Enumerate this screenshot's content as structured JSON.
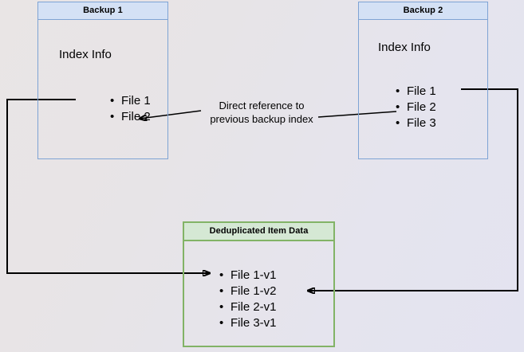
{
  "diagram": {
    "title_hidden": "",
    "colors": {
      "blue_header_fill": "#d4e1f5",
      "blue_border": "#7ea3d4",
      "green_header_fill": "#d5e8d4",
      "green_border": "#82b366",
      "connector": "#000000",
      "page_bg_warm": "#e9e5e5",
      "page_bg_cool": "#e3e3f0"
    },
    "boxes": [
      {
        "id": "backup-1",
        "title": "Backup 1",
        "section_label": "Index Info",
        "items": [
          "File 1",
          "File 2"
        ]
      },
      {
        "id": "backup-2",
        "title": "Backup 2",
        "section_label": "Index Info",
        "items": [
          "File 1",
          "File 2",
          "File 3"
        ]
      },
      {
        "id": "deduplicated-item-data",
        "title": "Deduplicated Item Data",
        "items": [
          "File 1-v1",
          "File 1-v2",
          "File 2-v1",
          "File 3-v1"
        ]
      }
    ],
    "annotations": [
      {
        "id": "direct-reference",
        "line1": "Direct reference to",
        "line2": "previous backup index"
      }
    ]
  }
}
